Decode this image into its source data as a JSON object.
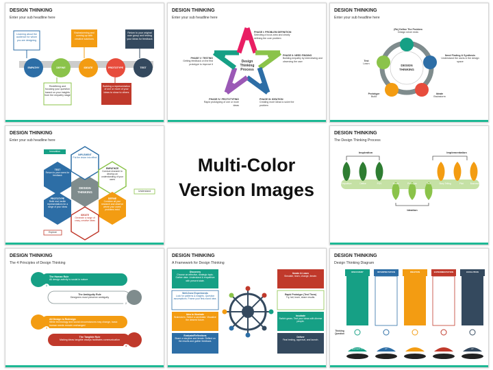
{
  "center": {
    "line1": "Multi-Color",
    "line2": "Version Images"
  },
  "colors": {
    "accent": "#1db894",
    "blue": "#2d6ea6",
    "green": "#8bc34a",
    "orange": "#f39c12",
    "red": "#e74c3c",
    "navy": "#34495e"
  },
  "slide1": {
    "title": "DESIGN THINKING",
    "subtitle": "Enter your sub headline here",
    "stages": [
      "EMPATHY",
      "DEFINE",
      "IDEATE",
      "PROTOTYPE",
      "TEST"
    ],
    "boxes": [
      "Learning about the audience for whom you are designing",
      "Brainstorming and coming up with creative solutions",
      "Return to your original user group and testing your ideas for feedback",
      "Redefining and focusing your question based on your insights from the empathy stage",
      "Building a representation of one or more of your ideas to show to others"
    ]
  },
  "slide2": {
    "title": "DESIGN THINKING",
    "subtitle": "Enter your sub headline here",
    "center_label": [
      "Design",
      "Thinking",
      "Process"
    ],
    "phases": [
      {
        "head": "PHASE I: PROBLEM DEFINITION",
        "body": "Selecting a focus area and clearly defining the core problem"
      },
      {
        "head": "PHASE II: NEED FINDING",
        "body": "Building empathy by interviewing and observing the user"
      },
      {
        "head": "PHASE III: IDEATION",
        "body": "Creating more ideas to solve the problem"
      },
      {
        "head": "PHASE IV: PROTOTYPING",
        "body": "Rapid prototyping of one or more ideas"
      },
      {
        "head": "PHASE V: TESTING",
        "body": "Getting feedback on the first prototype to improve it"
      }
    ]
  },
  "slide3": {
    "title": "DESIGN THINKING",
    "subtitle": "Enter your sub headline here",
    "center_label": [
      "DESIGN",
      "THINKING"
    ],
    "items": [
      {
        "head": "(Re) Define The Problem",
        "body": "Design never ends"
      },
      {
        "head": "Need Finding & Synthesis",
        "body": "Understand the users & the design space"
      },
      {
        "head": "Ideate",
        "body": "Brainstorm"
      },
      {
        "head": "Prototype",
        "body": "Build"
      },
      {
        "head": "Test",
        "body": "Learn"
      }
    ]
  },
  "slide4": {
    "title": "DESIGN THINKING",
    "subtitle": "Enter your sub headline here",
    "center_label": [
      "DESIGN",
      "THINKING"
    ],
    "tags": [
      "Innovation",
      "Understand",
      "Explore"
    ],
    "hexes": [
      {
        "head": "IMPLEMENT",
        "body": "Put the vision into effect"
      },
      {
        "head": "EMPATHIZE",
        "body": "Conduct research to develop an understanding of your users"
      },
      {
        "head": "DEFINE",
        "body": "Combine all your research and observe where your users' problems exist"
      },
      {
        "head": "IDEATE",
        "body": "Generate a range of crazy, creative ideas"
      },
      {
        "head": "PROTOTYPE",
        "body": "Build real, tactile representations for a range of your ideas"
      },
      {
        "head": "TEST",
        "body": "Return to your users for feedback"
      }
    ]
  },
  "slide6": {
    "title": "DESIGN THINKING",
    "subtitle": "The Design Thinking Process",
    "groups": [
      "Inspiration",
      "Implementation",
      "Ideation"
    ],
    "nodes": [
      "Empathize",
      "Define",
      "POV",
      "Ideate",
      "Prototype",
      "Test",
      "Story Telling",
      "Pilot",
      "Business Model"
    ]
  },
  "slide7": {
    "title": "DESIGN THINKING",
    "subtitle": "The 4 Principles of Design Thinking",
    "principles": [
      {
        "num": "1",
        "head": "The Human Rule",
        "body": "All design activity is social in nature"
      },
      {
        "num": "2",
        "head": "The Ambiguity Rule",
        "body": "Designers must preserve ambiguity"
      },
      {
        "num": "3",
        "head": "All Design is Redesign",
        "body": "While technology and social circumstances may change, basic human needs remain unchanged"
      },
      {
        "num": "4",
        "head": "The Tangible Rule",
        "body": "Making ideas tangible always facilitates communication"
      }
    ]
  },
  "slide8": {
    "title": "DESIGN THINKING",
    "subtitle": "A Framework for Design Thinking",
    "left": [
      {
        "head": "Discovery",
        "body": "Choose an effective, strategic topic. Gather data. Understand & empathize with present state."
      },
      {
        "head": "Well-Done Experiments",
        "body": "Look for patterns & insights. Question assumptions. Frame your first-round idea."
      },
      {
        "head": "Idea to Illustrate",
        "body": "Brainstorm. Select a candidate. Visualize the desired future."
      },
      {
        "head": "Evaluate/Reflections",
        "body": "Share a storyline and iterate. Reflect on the results and gather feedback."
      }
    ],
    "right": [
      {
        "head": "Iterate & Learn",
        "body": "Simulate, learn, change, iterate."
      },
      {
        "head": "Rapid Prototype (Test Them)",
        "body": "Try, fail, learn, share results."
      },
      {
        "head": "Incubate",
        "body": "Switch gears. Test your ideas with diverse people."
      },
      {
        "head": "Deliver",
        "body": "Final testing, approval, and launch."
      }
    ]
  },
  "slide9": {
    "title": "DESIGN THINKING",
    "subtitle": "Design Thinking Diagram",
    "side_label": [
      "Thinking",
      "Question"
    ],
    "columns": [
      {
        "head": "DISCOVERY",
        "q": "How do I approach it?"
      },
      {
        "head": "INTERPRETATION",
        "q": "How do I interpret it?"
      },
      {
        "head": "IDEATION",
        "q": "What do I create?"
      },
      {
        "head": "EXPERIMENTATION",
        "q": "How do I build it?"
      },
      {
        "head": "EVOLUTION",
        "q": "How do I improve it?"
      }
    ]
  }
}
